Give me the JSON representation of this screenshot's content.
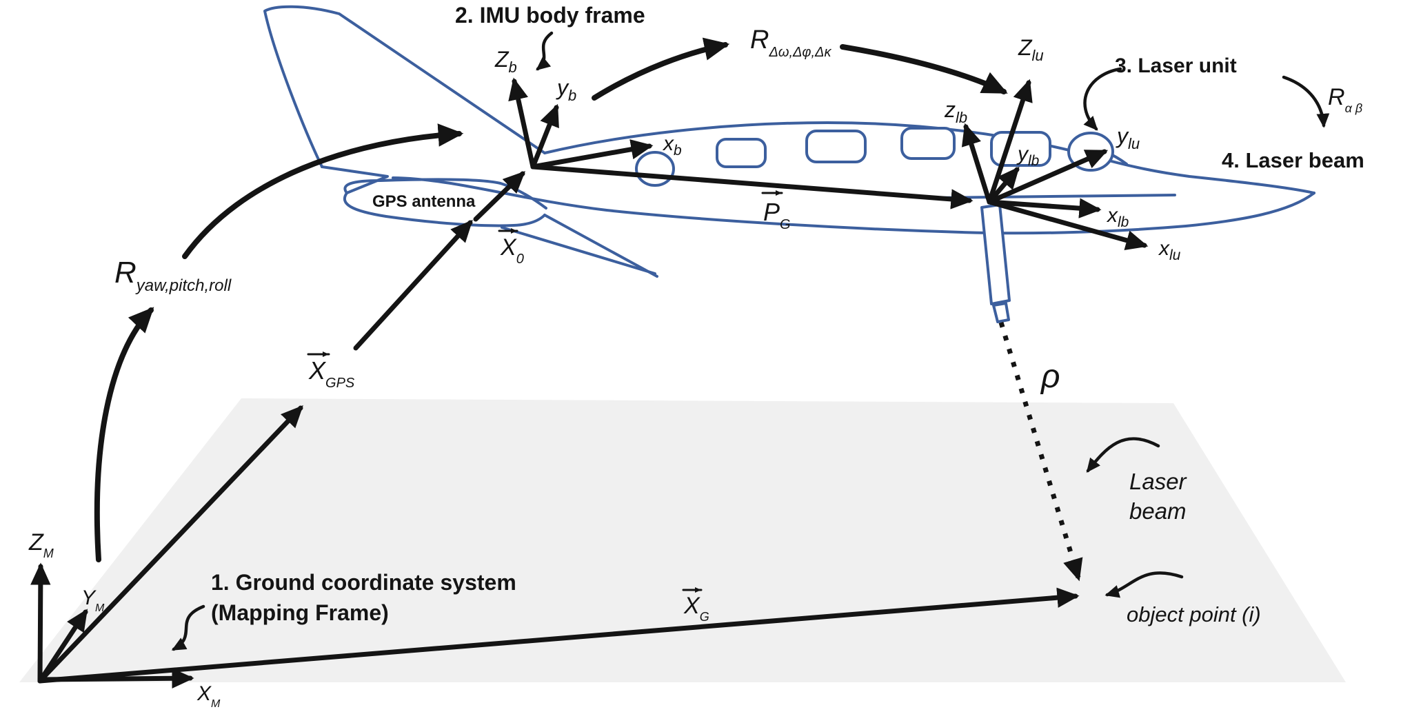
{
  "colors": {
    "ink": "#141414",
    "blue": "#3c5f9e",
    "ground_fill": "#f0f0f0",
    "background": "#ffffff"
  },
  "headings": {
    "ground_line1": "1. Ground coordinate system",
    "ground_line2": "(Mapping Frame)",
    "imu": "2. IMU body frame",
    "laser_unit": "3. Laser unit",
    "laser_beam": "4. Laser beam"
  },
  "annotations": {
    "gps_antenna": "GPS antenna",
    "laser_beam_line1": "Laser",
    "laser_beam_line2": "beam",
    "object_point": "object point (i)",
    "range": "ρ"
  },
  "rotations": {
    "mapping_to_body": {
      "main": "R",
      "sub": "yaw,pitch,roll"
    },
    "body_to_laser": {
      "main": "R",
      "sub": "Δω,Δφ,Δκ"
    },
    "laser_to_beam": {
      "main": "R",
      "sub": "α β"
    }
  },
  "vectors": {
    "x_gps": {
      "main": "X",
      "sub": "GPS"
    },
    "x_0": {
      "main": "X",
      "sub": "0"
    },
    "p_g": {
      "main": "P",
      "sub": "G"
    },
    "x_g": {
      "main": "X",
      "sub": "G"
    }
  },
  "axes": {
    "mapping": {
      "z": {
        "main": "Z",
        "sub": "M"
      },
      "y": {
        "main": "Y",
        "sub": "M"
      },
      "x": {
        "main": "X",
        "sub": "M"
      }
    },
    "body": {
      "z": {
        "main": "Z",
        "sub": "b"
      },
      "y": {
        "main": "y",
        "sub": "b"
      },
      "x": {
        "main": "x",
        "sub": "b"
      }
    },
    "laser_body": {
      "z": {
        "main": "z",
        "sub": "lb"
      },
      "y": {
        "main": "y",
        "sub": "lb"
      },
      "x": {
        "main": "x",
        "sub": "lb"
      }
    },
    "laser_unit": {
      "z": {
        "main": "Z",
        "sub": "lu"
      },
      "y": {
        "main": "y",
        "sub": "lu"
      },
      "x": {
        "main": "x",
        "sub": "lu"
      }
    }
  }
}
